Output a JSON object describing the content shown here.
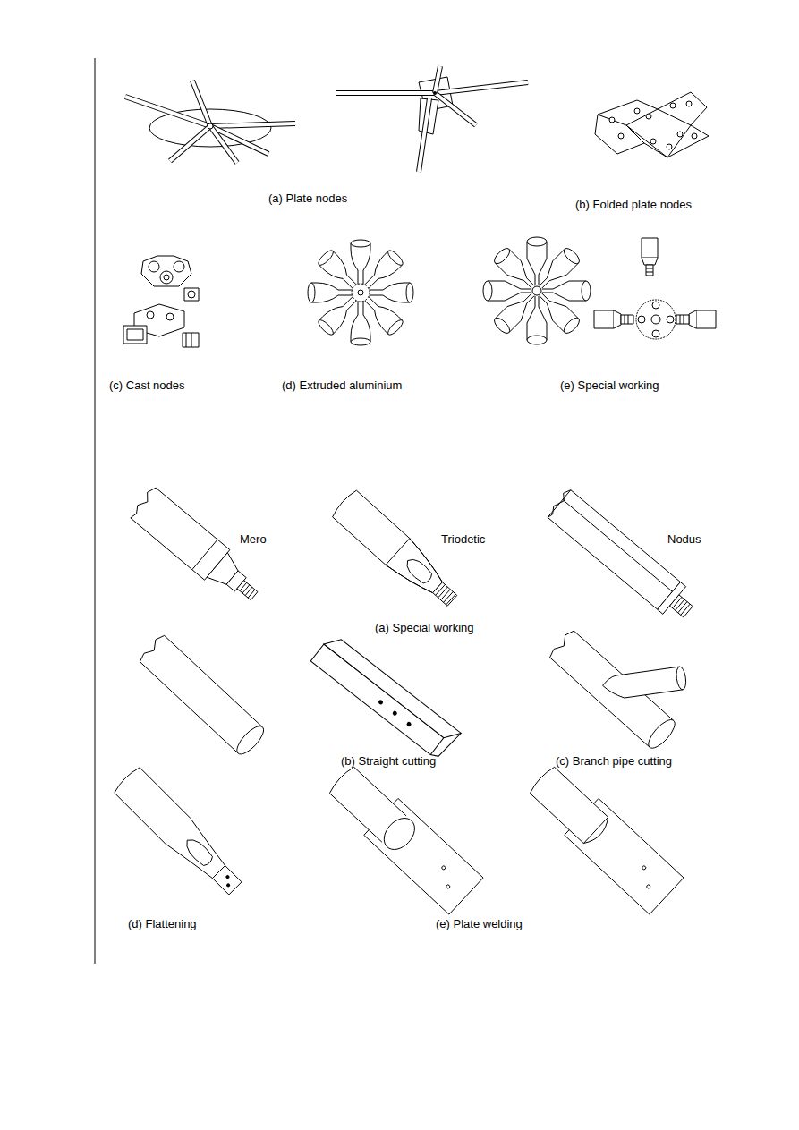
{
  "diagram": {
    "labels": [
      "(a) Plate nodes",
      "(b) Folded plate nodes",
      "(c) Cast nodes",
      "(d) Extruded aluminium",
      "(e) Special working",
      "Mero",
      "Triodetic",
      "Nodus",
      "(a) Special working",
      "(b) Straight cutting",
      "(c) Branch pipe cutting",
      "(d) Flattening",
      "(e) Plate welding"
    ]
  }
}
